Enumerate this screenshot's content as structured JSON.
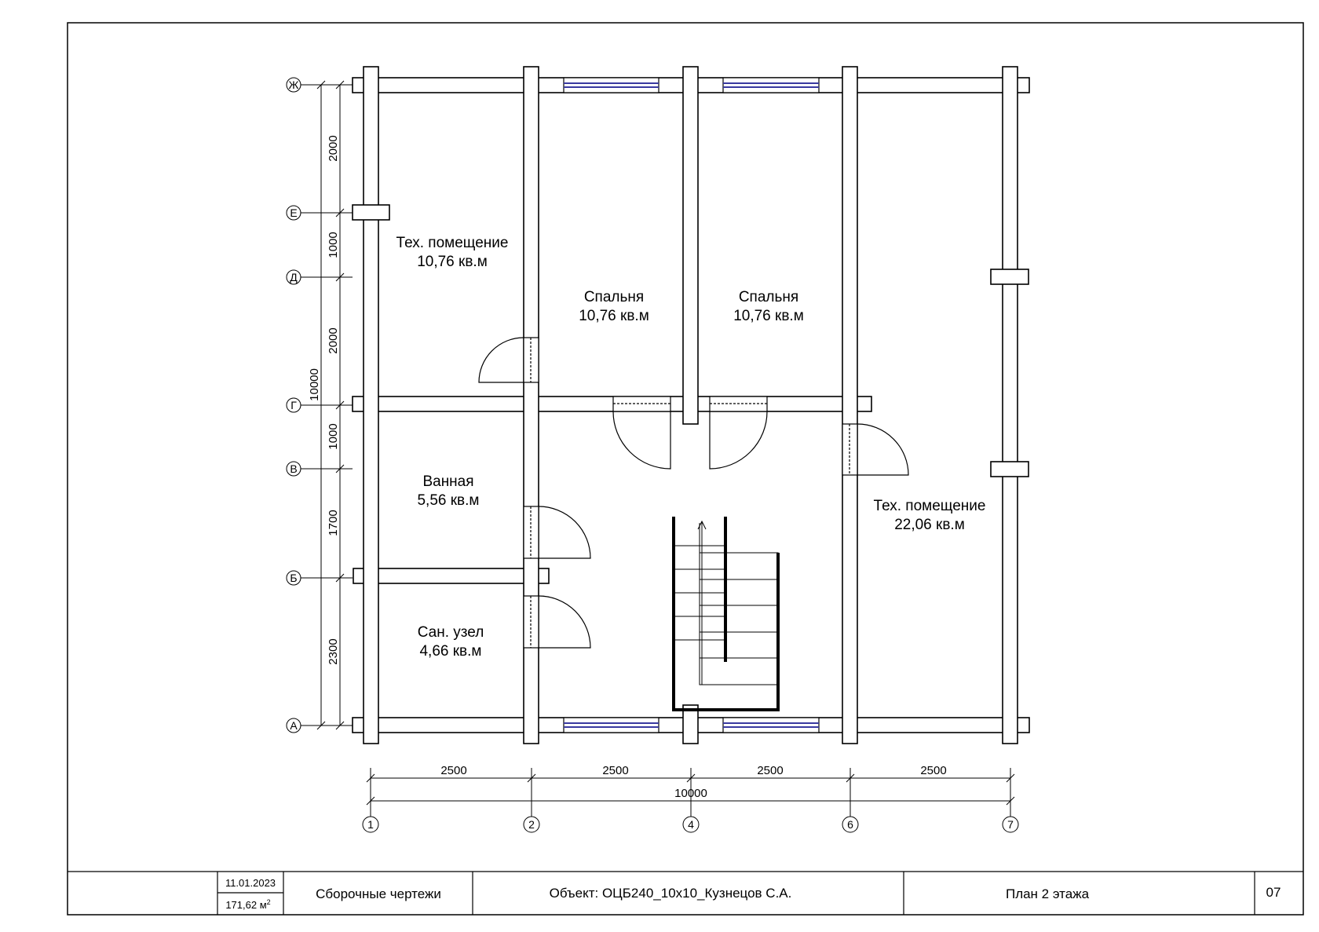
{
  "rooms": [
    {
      "name": "Тех. помещение",
      "area": "10,76 кв.м"
    },
    {
      "name": "Спальня",
      "area": "10,76 кв.м"
    },
    {
      "name": "Спальня",
      "area": "10,76 кв.м"
    },
    {
      "name": "Ванная",
      "area": "5,56 кв.м"
    },
    {
      "name": "Тех. помещение",
      "area": "22,06 кв.м"
    },
    {
      "name": "Сан. узел",
      "area": "4,66 кв.м"
    }
  ],
  "row_axes": [
    "Ж",
    "Е",
    "Д",
    "Г",
    "В",
    "Б",
    "А"
  ],
  "column_axes": [
    "1",
    "2",
    "4",
    "6",
    "7"
  ],
  "dims_left": [
    "2000",
    "1000",
    "2000",
    "1000",
    "1700",
    "2300"
  ],
  "dim_left_total": "10000",
  "dims_bottom": [
    "2500",
    "2500",
    "2500",
    "2500"
  ],
  "dim_bottom_total": "10000",
  "title_block": {
    "date": "11.01.2023",
    "area": "171,62 м",
    "area_sup": "2",
    "section": "Сборочные чертежи",
    "object": "Объект: ОЦБ240_10х10_Кузнецов С.А.",
    "sheet_title": "План 2 этажа",
    "sheet_number": "07"
  },
  "colors": {
    "line": "#000000",
    "window_glass": "#3a3aa0"
  }
}
